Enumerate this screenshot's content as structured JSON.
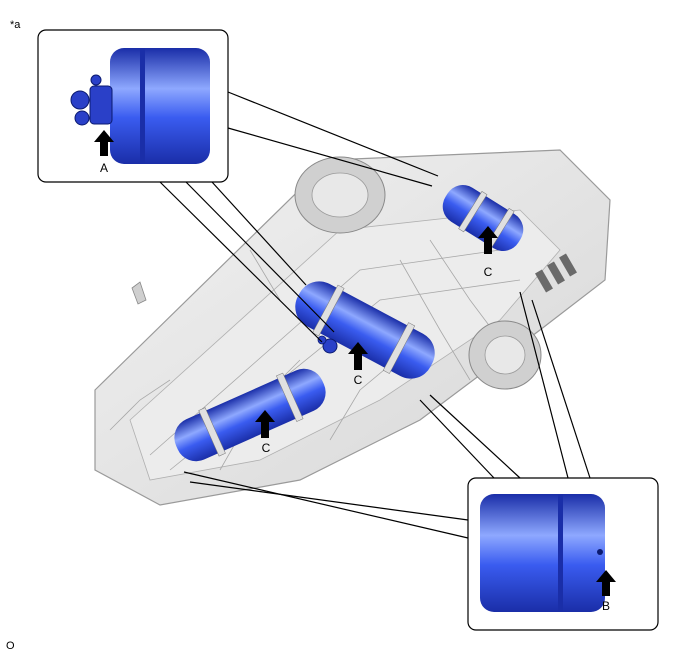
{
  "corner_label": "*a",
  "page_ref": "O",
  "callouts": {
    "a": "A",
    "b": "B",
    "c1": "C",
    "c2": "C",
    "c3": "C"
  },
  "colors": {
    "tank": "#2f53e6",
    "tank_highlight": "#8ea8ff",
    "tank_dark": "#1a2ea8",
    "chassis": "#e4e4e4",
    "outline": "#000000"
  },
  "icons": [
    "up-arrow-icon",
    "fuel-valve-icon"
  ]
}
